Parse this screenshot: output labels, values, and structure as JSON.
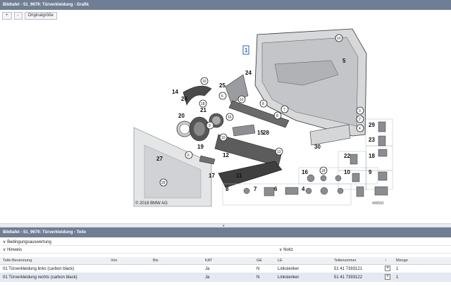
{
  "graphic_panel": {
    "title": "Bildtafel - 51_9679: Türverkleidung - Grafik",
    "toolbar": {
      "zoom_in": "+",
      "zoom_out": "-",
      "original_size": "Originalgröße"
    },
    "copyright": "© 2018 BMW AG",
    "image_number": "499592",
    "callouts": [
      "1",
      "2",
      "3",
      "4",
      "5",
      "6",
      "7",
      "8",
      "9",
      "10",
      "11",
      "12",
      "13",
      "14",
      "15",
      "16",
      "17",
      "18",
      "19",
      "20",
      "21",
      "22",
      "23",
      "24",
      "25",
      "26",
      "27",
      "28",
      "29",
      "30"
    ]
  },
  "parts_panel": {
    "title": "Bildtafel - 51_9679: Türverkleidung - Teile",
    "conditions_label": "Bedingungsauswertung",
    "hints_label": "Hinweis",
    "note_label": "Notiz",
    "columns": [
      "Teile-Benennung",
      "Von",
      "Bis",
      "KAT",
      "GE",
      "LE",
      "Teilenummer",
      "↑",
      "Menge"
    ],
    "rows": [
      {
        "name": "01 Türverkleidung links (carbon black)",
        "from": "",
        "to": "",
        "kat": "Ja",
        "ge": "N",
        "le": "Linkslenker",
        "part_no": "51 41 7393121",
        "qty": "1"
      },
      {
        "name": "01 Türverkleidung rechts (carbon black)",
        "from": "",
        "to": "",
        "kat": "Ja",
        "ge": "N",
        "le": "Linkslenker",
        "part_no": "51 41 7393122",
        "qty": "1"
      }
    ]
  },
  "colors": {
    "titlebar": "#6f7e95",
    "row_alt": "#e4e9f2",
    "header_bg": "#eef0f3"
  }
}
